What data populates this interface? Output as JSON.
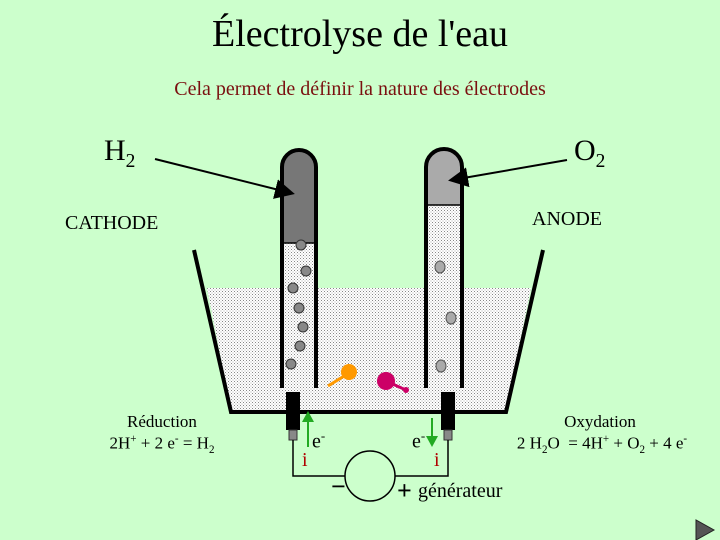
{
  "title": "Électrolyse de l'eau",
  "subtitle": "Cela permet de définir la nature des électrodes",
  "gas_left": {
    "symbol": "H",
    "index": "2"
  },
  "gas_right": {
    "symbol": "O",
    "index": "2"
  },
  "cathode_label": "CATHODE",
  "anode_label": "ANODE",
  "reduction": {
    "title": "Réduction",
    "eq": [
      "2H",
      "+",
      " + 2 e",
      "-",
      " = H",
      "2"
    ]
  },
  "oxydation": {
    "title": "Oxydation",
    "eq": [
      "2 H",
      "2",
      "O  = 4H",
      "+",
      " + O",
      "2",
      " + 4 e",
      "-"
    ]
  },
  "electron_left": {
    "e": "e",
    "sup": "-"
  },
  "electron_right": {
    "e": "e",
    "sup": "-"
  },
  "current_left": "i",
  "current_right": "i",
  "minus_sign": "−",
  "plus_sign": "+",
  "generator_label": "générateur",
  "colors": {
    "background": "#ccffcc",
    "subtitle": "#7a1010",
    "hydrogen_gas": "#777777",
    "oxygen_gas": "#aaaaaa",
    "current_arrow": "#22aa22",
    "ion_orange": "#ff9900",
    "ion_magenta": "#cc0066"
  },
  "icons": [
    "play-next-icon"
  ]
}
